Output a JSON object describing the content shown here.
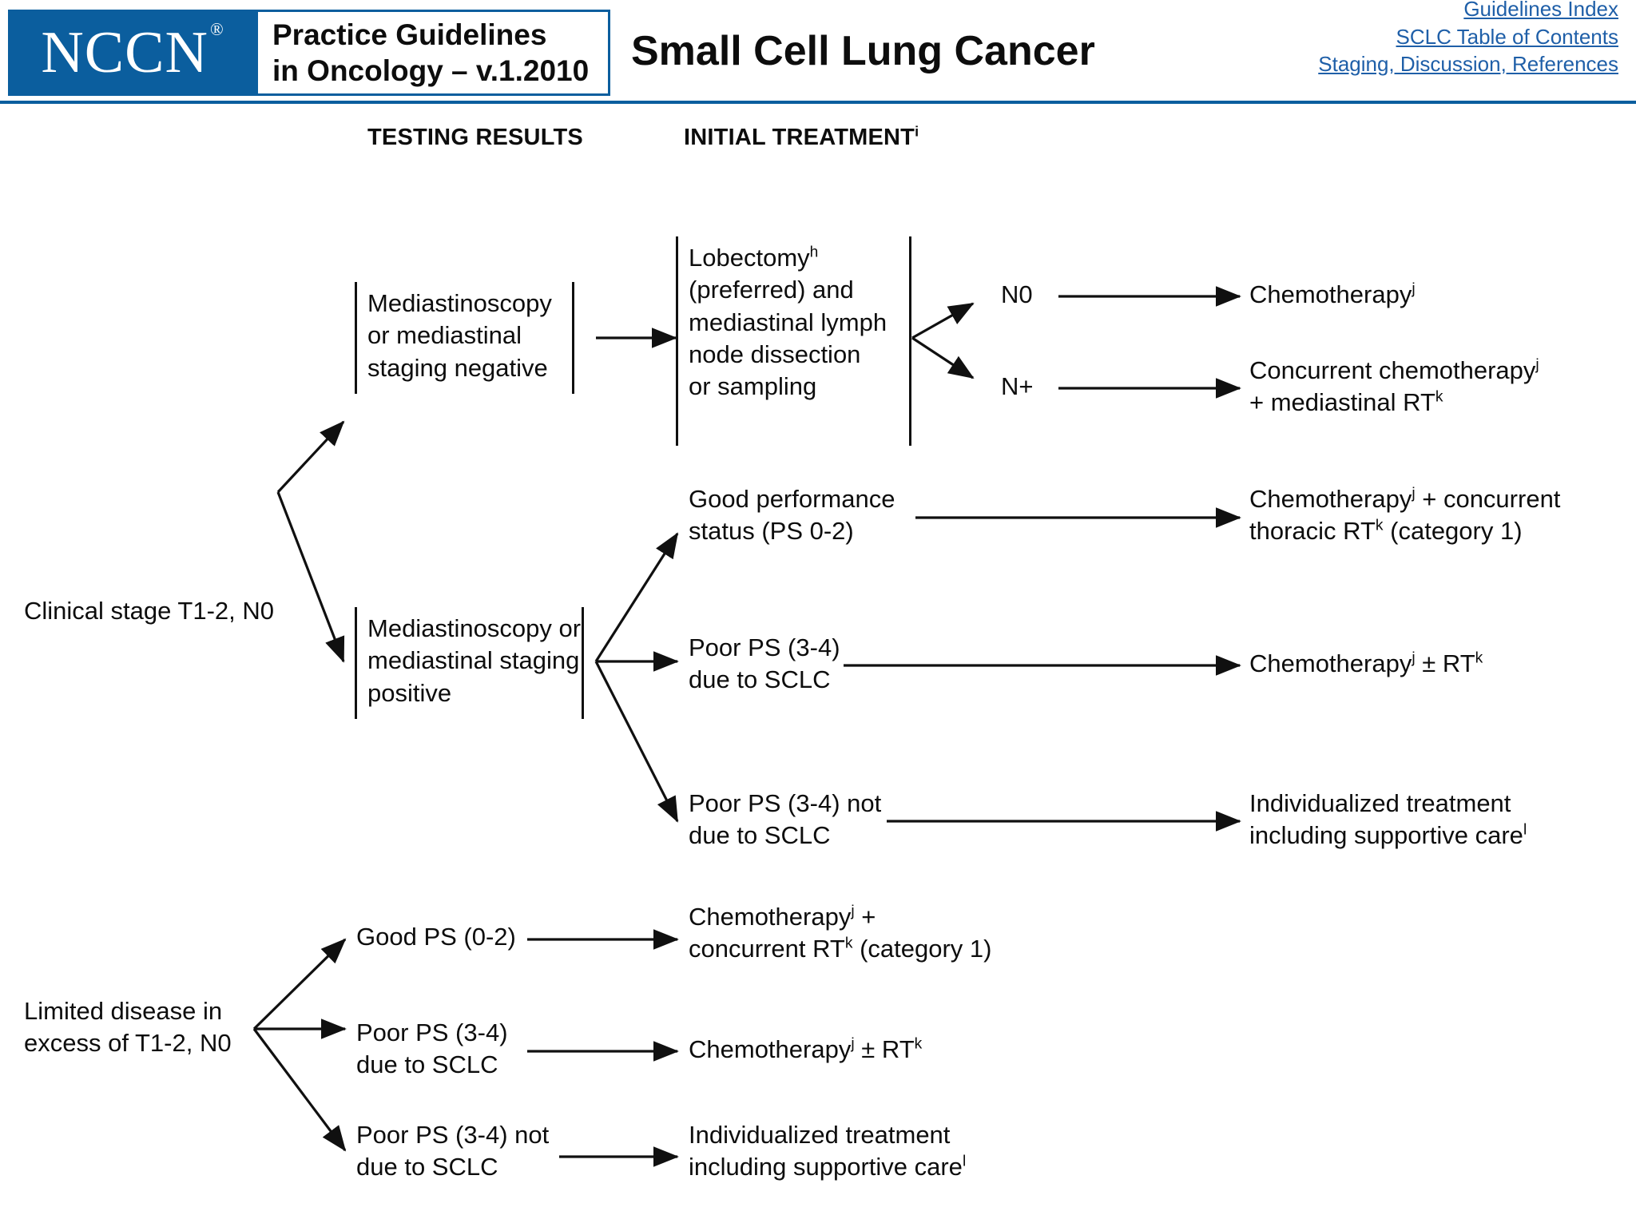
{
  "header": {
    "logo": "NCCN",
    "logo_registered": "®",
    "subtitle_line1": "Practice Guidelines",
    "subtitle_line2": "in Oncology – v.1.2010",
    "title": "Small Cell Lung Cancer",
    "links": [
      "Guidelines Index",
      "SCLC Table of Contents",
      "Staging, Discussion, References"
    ],
    "brand_color": "#0b5e9e",
    "link_color": "#1f5fa8"
  },
  "columns": {
    "testing_results": "TESTING RESULTS",
    "initial_treatment": "INITIAL TREATMENT",
    "initial_treatment_sup": "i"
  },
  "diagram": {
    "entry_nodes": [
      {
        "id": "clinical-stage",
        "lines": [
          "Clinical stage T1-2, N0"
        ]
      },
      {
        "id": "limited-disease",
        "lines": [
          "Limited disease in",
          "excess of T1-2, N0"
        ]
      }
    ],
    "testing_results": [
      {
        "id": "staging-negative",
        "lines": [
          "Mediastinoscopy",
          "or mediastinal",
          "staging negative"
        ]
      },
      {
        "id": "staging-positive",
        "lines": [
          "Mediastinoscopy or",
          "mediastinal staging",
          "positive"
        ]
      }
    ],
    "treatments": [
      {
        "id": "lobectomy",
        "lines": [
          {
            "text": "Lobectomy",
            "sup": "h"
          },
          {
            "text": "(preferred) and"
          },
          {
            "text": "mediastinal lymph"
          },
          {
            "text": "node dissection"
          },
          {
            "text": "or sampling"
          }
        ]
      },
      {
        "id": "good-ps-0-2",
        "lines": [
          {
            "text": "Good performance"
          },
          {
            "text": "status (PS 0-2)"
          }
        ]
      },
      {
        "id": "poor-ps-due-sclc",
        "lines": [
          {
            "text": "Poor PS (3-4)"
          },
          {
            "text": "due to SCLC"
          }
        ]
      },
      {
        "id": "poor-ps-not-due-sclc",
        "lines": [
          {
            "text": "Poor PS (3-4) not"
          },
          {
            "text": "due to SCLC"
          }
        ]
      }
    ],
    "node_status": [
      {
        "id": "n0",
        "label": "N0"
      },
      {
        "id": "n-plus",
        "label": "N+"
      }
    ],
    "outcomes": [
      {
        "id": "chemotherapy-n0",
        "lines": [
          {
            "text": "Chemotherapy",
            "sup": "j"
          }
        ]
      },
      {
        "id": "concurrent-chemo-mediastinal-rt",
        "lines": [
          {
            "text": "Concurrent chemotherapy",
            "sup": "j"
          },
          {
            "text": "+ mediastinal RT",
            "sup": "k"
          }
        ]
      },
      {
        "id": "chemo-concurrent-thoracic-rt",
        "lines": [
          {
            "text": "Chemotherapy",
            "sup": "j",
            "after": " + concurrent"
          },
          {
            "text": "thoracic RT",
            "sup": "k",
            "after": " (category 1)"
          }
        ]
      },
      {
        "id": "chemo-plusminus-rt",
        "lines": [
          {
            "text": "Chemotherapy",
            "sup": "j",
            "after": " ± RT",
            "sup2": "k"
          }
        ]
      },
      {
        "id": "individualized-treatment",
        "lines": [
          {
            "text": "Individualized treatment"
          },
          {
            "text": "including supportive care",
            "sup": "l"
          }
        ]
      }
    ],
    "lower_branches": [
      {
        "id": "good-ps-lower",
        "lines": [
          {
            "text": "Good PS (0-2)"
          }
        ],
        "outcome_id": "chemo-concurrent-rt-cat1",
        "outcome_lines": [
          {
            "text": "Chemotherapy",
            "sup": "j",
            "after": " +"
          },
          {
            "text": "concurrent RT",
            "sup": "k",
            "after": " (category 1)"
          }
        ]
      },
      {
        "id": "poor-ps-due-sclc-lower",
        "lines": [
          {
            "text": "Poor PS (3-4)"
          },
          {
            "text": "due to SCLC"
          }
        ],
        "outcome_id": "chemo-plusminus-rt-lower",
        "outcome_lines": [
          {
            "text": "Chemotherapy",
            "sup": "j",
            "after": " ± RT",
            "sup2": "k"
          }
        ]
      },
      {
        "id": "poor-ps-not-due-sclc-lower",
        "lines": [
          {
            "text": "Poor PS (3-4) not"
          },
          {
            "text": "due to SCLC"
          }
        ],
        "outcome_id": "individualized-treatment-lower",
        "outcome_lines": [
          {
            "text": "Individualized treatment"
          },
          {
            "text": "including supportive care",
            "sup": "l"
          }
        ]
      }
    ]
  }
}
